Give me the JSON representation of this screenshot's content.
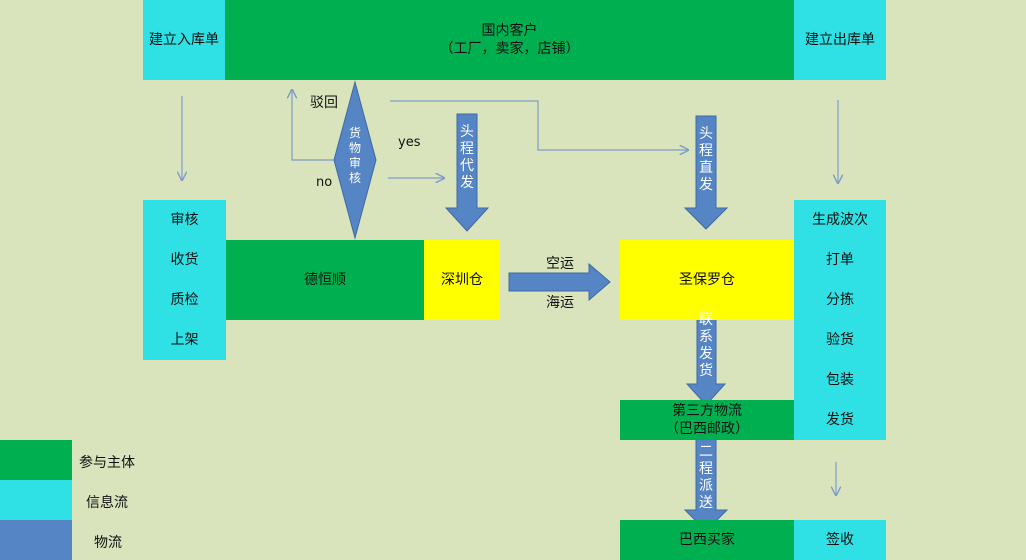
{
  "boxes": {
    "top_left": "建立入库单",
    "customer_line1": "国内客户",
    "customer_line2": "（工厂，卖家，店铺）",
    "top_right": "建立出库单",
    "left_steps": [
      "审核",
      "收货",
      "质检",
      "上架"
    ],
    "dehengshun": "德恒顺",
    "shenzhen": "深圳仓",
    "saopaulo": "圣保罗仓",
    "right_steps": [
      "生成波次",
      "打单",
      "分拣",
      "验货",
      "包装",
      "发货"
    ],
    "third_party_line1": "第三方物流",
    "third_party_line2": "（巴西邮政）",
    "buyer": "巴西买家",
    "sign": "签收"
  },
  "labels": {
    "reject": "驳回",
    "yes": "yes",
    "no": "no",
    "review": "货物审核",
    "first_leg_proxy": "头程代发",
    "first_leg_direct": "头程直发",
    "air": "空运",
    "sea": "海运",
    "contact_ship": "联系发货",
    "second_leg": "二程派送"
  },
  "legend": {
    "items": [
      {
        "label": "参与主体",
        "color": "#00b050"
      },
      {
        "label": "信息流",
        "color": "#2fe0e4"
      },
      {
        "label": "物流",
        "color": "#5585c4"
      }
    ]
  },
  "colors": {
    "background": "#d9e4bd",
    "green": "#00b050",
    "cyan": "#2fe0e4",
    "yellow": "#ffff00",
    "blue": "#5585c4",
    "connector": "#7f9cc9"
  }
}
